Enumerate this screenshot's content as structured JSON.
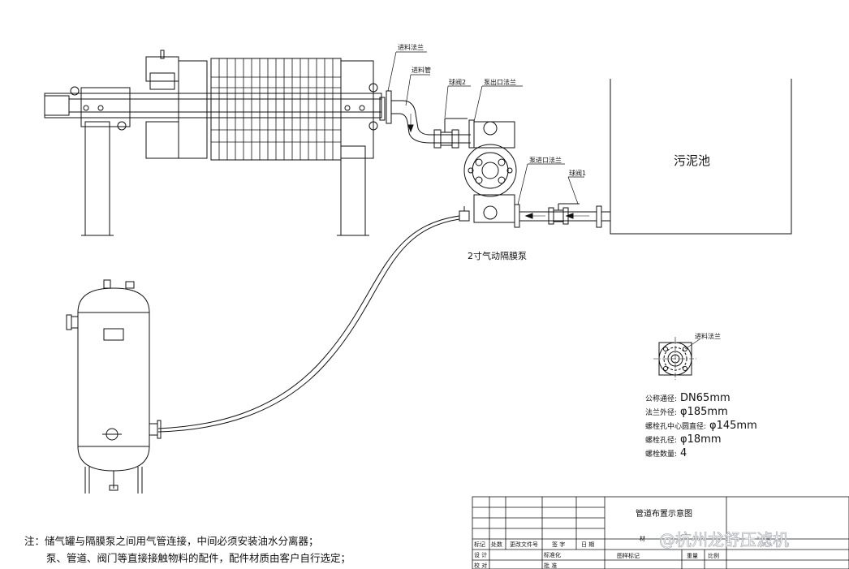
{
  "labels": {
    "inlet_flange_top": "进料法兰",
    "inlet_pipe": "进料管",
    "ball_valve_2": "球阀2",
    "pump_outlet_flange": "泵出口法兰",
    "pump_inlet_flange": "泵进口法兰",
    "ball_valve_1": "球阀1",
    "sludge_tank": "污泥池",
    "pump_name": "2寸气动隔膜泵",
    "flange_detail_title": "进料法兰"
  },
  "specs": [
    {
      "label": "公称通径:",
      "value": "DN65mm"
    },
    {
      "label": "法兰外径:",
      "value": "φ185mm"
    },
    {
      "label": "螺栓孔中心圆直径:",
      "value": "φ145mm"
    },
    {
      "label": "螺栓孔径:",
      "value": "φ18mm"
    },
    {
      "label": "螺栓数量:",
      "value": "4"
    }
  ],
  "notes": {
    "line1": "注：储气罐与隔膜泵之间用气管连接，中间必须安装油水分离器；",
    "line2": "泵、管道、阀门等直接接触物料的配件，配件材质由客户自行选定；"
  },
  "title_block": {
    "drawing_title": "管道布置示意图",
    "mark": "标记",
    "count": "处数",
    "change_doc": "更改文件号",
    "signature": "签 字",
    "date": "日 期",
    "design": "设 计",
    "standardize": "标准化",
    "check": "校 对",
    "approve": "批 准",
    "material": "材",
    "stage_mark": "图样标记",
    "weight": "重量",
    "scale": "比例"
  },
  "watermark": "@杭州龙舒压滤机"
}
